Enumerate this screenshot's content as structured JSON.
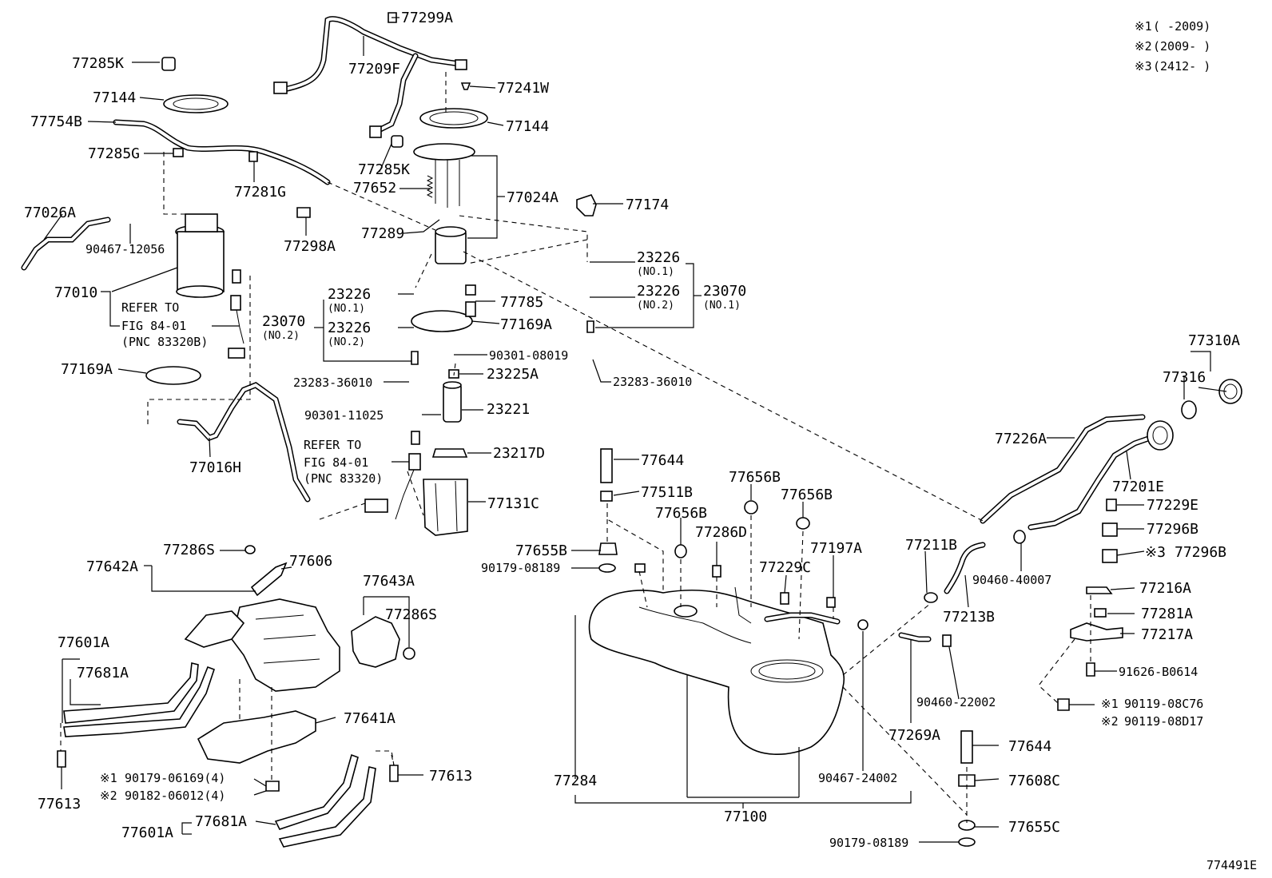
{
  "notes": [
    {
      "mark": "※1",
      "range": "(      -2009)"
    },
    {
      "mark": "※2",
      "range": "(2009-      )"
    },
    {
      "mark": "※3",
      "range": "(2412-      )"
    }
  ],
  "figure_id": "774491E",
  "refer": {
    "a": [
      "REFER TO",
      "FIG 84-01",
      "(PNC 83320B)"
    ],
    "b": [
      "REFER TO",
      "FIG 84-01",
      "(PNC 83320)"
    ]
  },
  "labels": {
    "p77299A": "77299A",
    "p77209F": "77209F",
    "p77285K_a": "77285K",
    "p77144_a": "77144",
    "p77241W": "77241W",
    "p77754B": "77754B",
    "p77144_b": "77144",
    "p77285G": "77285G",
    "p77285K_b": "77285K",
    "p77652": "77652",
    "p77024A": "77024A",
    "p77281G": "77281G",
    "p77174": "77174",
    "p77026A": "77026A",
    "p77289": "77289",
    "p77298A": "77298A",
    "p90467_12056": "90467-12056",
    "p23226_1": "23226",
    "n23226_1": "(NO.1)",
    "p23226_2": "23226",
    "n23226_2": "(NO.2)",
    "p23070_1": "23070",
    "n23070_1": "(NO.1)",
    "p77010": "77010",
    "p23226_3": "23226",
    "n23226_3": "(NO.1)",
    "p77785": "77785",
    "p23070_2": "23070",
    "n23070_2": "(NO.2)",
    "p23226_4": "23226",
    "n23226_4": "(NO.2)",
    "p77169A_a": "77169A",
    "p90301_08019": "90301-08019",
    "p77169A_b": "77169A",
    "p23283_a": "23283-36010",
    "p23225A": "23225A",
    "p23283_b": "23283-36010",
    "p77310A": "77310A",
    "p77316": "77316",
    "p90301_11025": "90301-11025",
    "p23221": "23221",
    "p77016H": "77016H",
    "p23217D": "23217D",
    "p77226A": "77226A",
    "p77644_a": "77644",
    "p77656B_a": "77656B",
    "p77201E": "77201E",
    "p77511B": "77511B",
    "p77656B_b": "77656B",
    "p77229E": "77229E",
    "p77131C": "77131C",
    "p77656B_c": "77656B",
    "p77286D": "77286D",
    "p77296B_a": "77296B",
    "p77211B": "77211B",
    "p77296B_b": "77296B",
    "p77296B_mark": "※3",
    "p77655B": "77655B",
    "p77197A": "77197A",
    "p77642A": "77642A",
    "p77286S_a": "77286S",
    "p77606": "77606",
    "p90179_08189_a": "90179-08189",
    "p77229C": "77229C",
    "p90460_40007": "90460-40007",
    "p77216A": "77216A",
    "p77643A": "77643A",
    "p77213B": "77213B",
    "p77281A": "77281A",
    "p77286S_b": "77286S",
    "p77217A": "77217A",
    "p77601A_a": "77601A",
    "p77681A_a": "77681A",
    "p91626": "91626-B0614",
    "p90460_22002": "90460-22002",
    "p90119_1": "90119-08C76",
    "p90119_2": "90119-08D17",
    "p77641A": "77641A",
    "p77269A": "77269A",
    "p77644_b": "77644",
    "p90179_06169": "90179-06169(4)",
    "p90182_06012": "90182-06012(4)",
    "p77613_a": "77613",
    "p77613_b": "77613",
    "p77284": "77284",
    "p90467_24002": "90467-24002",
    "p77608C": "77608C",
    "p77601A_b": "77601A",
    "p77681A_b": "77681A",
    "p77100": "77100",
    "p90179_08189_b": "90179-08189",
    "p77655C": "77655C",
    "mark1": "※1",
    "mark2": "※2",
    "mark3": "※1",
    "mark4": "※2"
  }
}
